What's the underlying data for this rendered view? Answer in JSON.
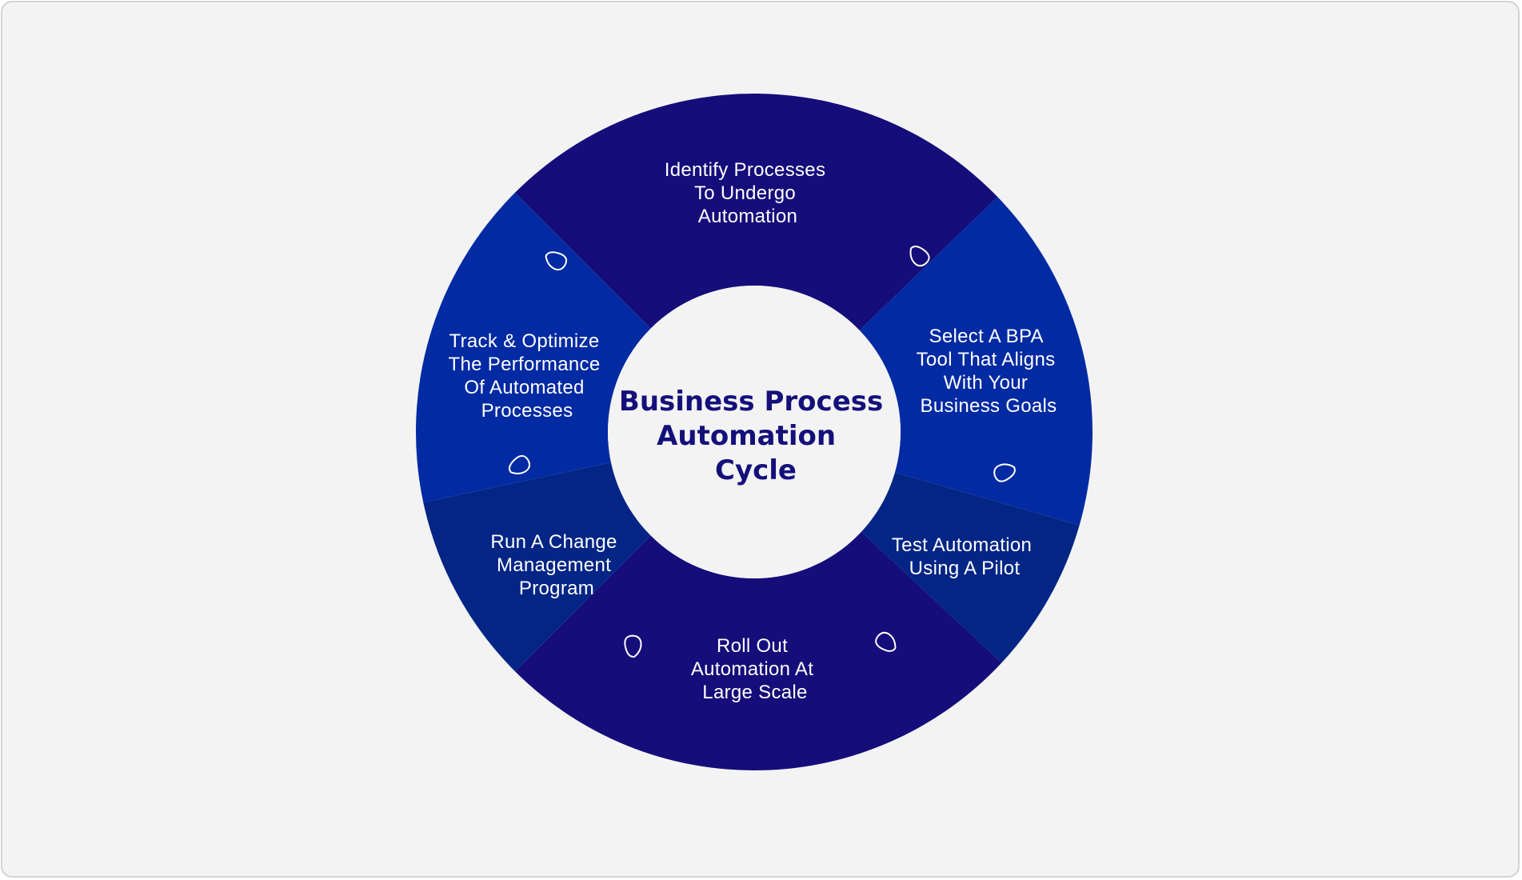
{
  "diagram": {
    "title_lines": [
      "Business Process",
      "Automation",
      "Cycle"
    ],
    "steps": [
      {
        "lines": [
          "Identify Processes",
          "To Undergo",
          "Automation"
        ],
        "color": "#140d7a"
      },
      {
        "lines": [
          "Select A BPA",
          "Tool That Aligns",
          "With Your",
          "Business Goals"
        ],
        "color": "#022aa2"
      },
      {
        "lines": [
          "Test Automation",
          "Using A Pilot"
        ],
        "color": "#032585"
      },
      {
        "lines": [
          "Roll Out",
          "Automation At",
          "Large Scale"
        ],
        "color": "#140d7a"
      },
      {
        "lines": [
          "Run A Change",
          "Management",
          "Program"
        ],
        "color": "#032585"
      },
      {
        "lines": [
          "Track & Optimize",
          "The Performance",
          "Of Automated",
          "Processes"
        ],
        "color": "#022aa2"
      }
    ],
    "center_fill": "#f3f3f4",
    "arrow_icon": "rounded-triangle-arrow-icon"
  }
}
